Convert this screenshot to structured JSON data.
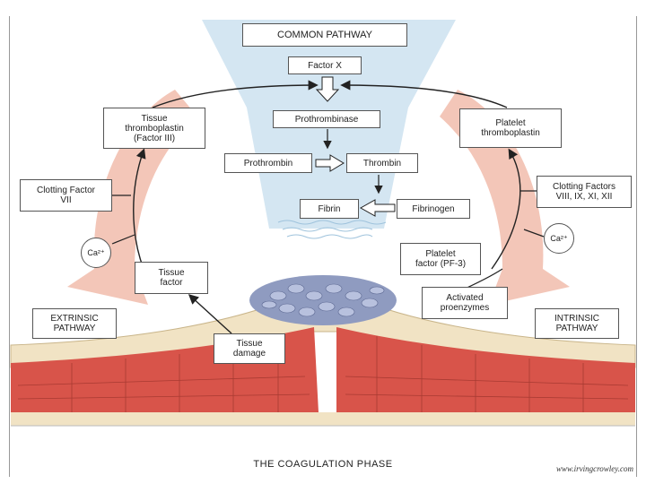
{
  "diagram": {
    "title_top": "COMMON PATHWAY",
    "title_bottom": "THE COAGULATION PHASE",
    "credit": "www.irvingcrowley.com",
    "common": {
      "factor_x": "Factor X",
      "prothrombinase": "Prothrombinase",
      "prothrombin": "Prothrombin",
      "thrombin": "Thrombin",
      "fibrin": "Fibrin",
      "fibrinogen": "Fibrinogen"
    },
    "extrinsic": {
      "tissue_thromboplastin": [
        "Tissue",
        "thromboplastin",
        "(Factor III)"
      ],
      "clotting_factor_vii": [
        "Clotting Factor",
        "VII"
      ],
      "ca": "Ca²⁺",
      "tissue_factor": [
        "Tissue",
        "factor"
      ],
      "tissue_damage": [
        "Tissue",
        "damage"
      ],
      "label": [
        "EXTRINSIC",
        "PATHWAY"
      ]
    },
    "intrinsic": {
      "platelet_thromboplastin": [
        "Platelet",
        "thromboplastin"
      ],
      "clotting_factors": [
        "Clotting Factors",
        "VIII, IX, XI, XII"
      ],
      "ca": "Ca²⁺",
      "platelet_factor": [
        "Platelet",
        "factor (PF-3)"
      ],
      "activated_proenzymes": [
        "Activated",
        "proenzymes"
      ],
      "label": [
        "INTRINSIC",
        "PATHWAY"
      ]
    },
    "colors": {
      "funnel": "#d4e6f2",
      "arc": "#f3c6b8",
      "muscle": "#d8544a",
      "tissue_band": "#f1e3c4",
      "clot": "#8f9bc0"
    }
  }
}
